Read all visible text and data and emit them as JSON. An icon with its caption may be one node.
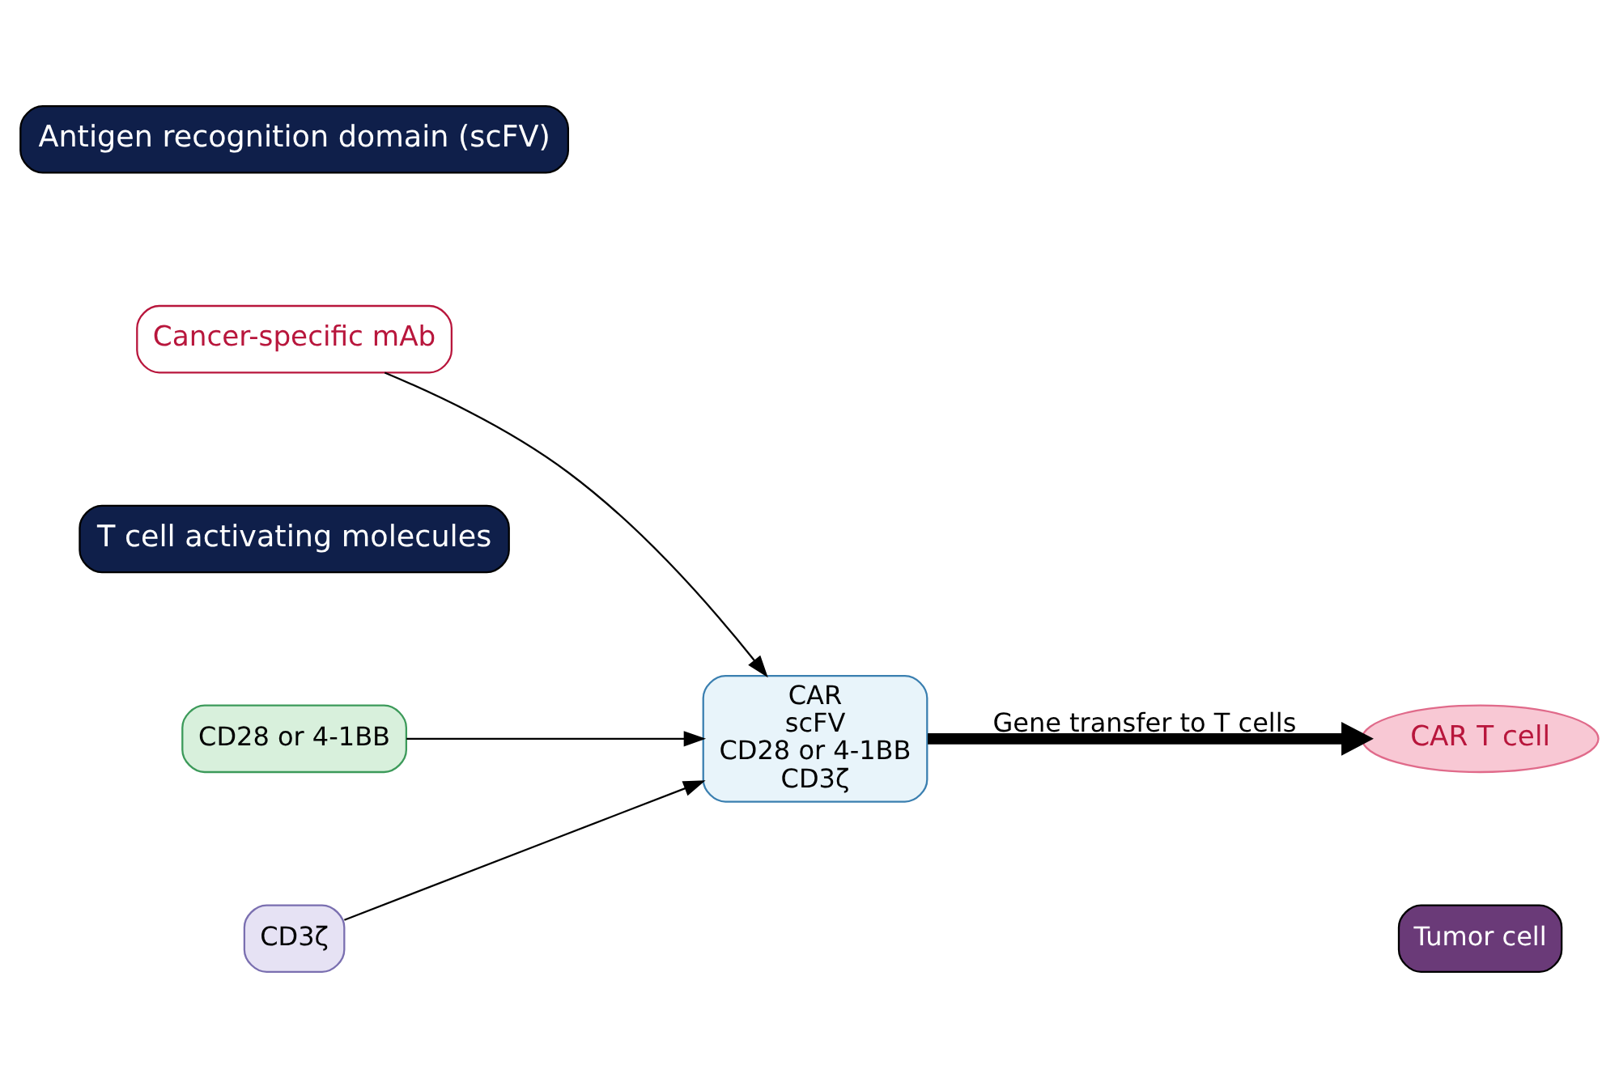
{
  "diagram": {
    "nodes": [
      {
        "text": [
          "Antigen recognition domain (scFV)"
        ]
      },
      {
        "text": [
          "Cancer-specific mAb"
        ]
      },
      {
        "text": [
          "CAR",
          "scFV",
          "CD28 or 4-1BB",
          "CD3ζ"
        ]
      },
      {
        "text": [
          "T cell activating molecules"
        ]
      },
      {
        "text": [
          "CD28 or 4-1BB"
        ]
      },
      {
        "text": [
          "CD3ζ"
        ]
      },
      {
        "text": [
          "CAR T cell"
        ]
      },
      {
        "text": [
          "Tumor cell"
        ]
      }
    ],
    "edges": [
      {
        "from": 1,
        "to": 2,
        "arrow": "to"
      },
      {
        "from": 4,
        "to": 2,
        "arrow": "to"
      },
      {
        "from": 5,
        "to": 2,
        "arrow": "to"
      },
      {
        "from": 2,
        "to": 6,
        "arrow": "to",
        "label": "Gene transfer to T cells",
        "style": "thick"
      }
    ]
  }
}
